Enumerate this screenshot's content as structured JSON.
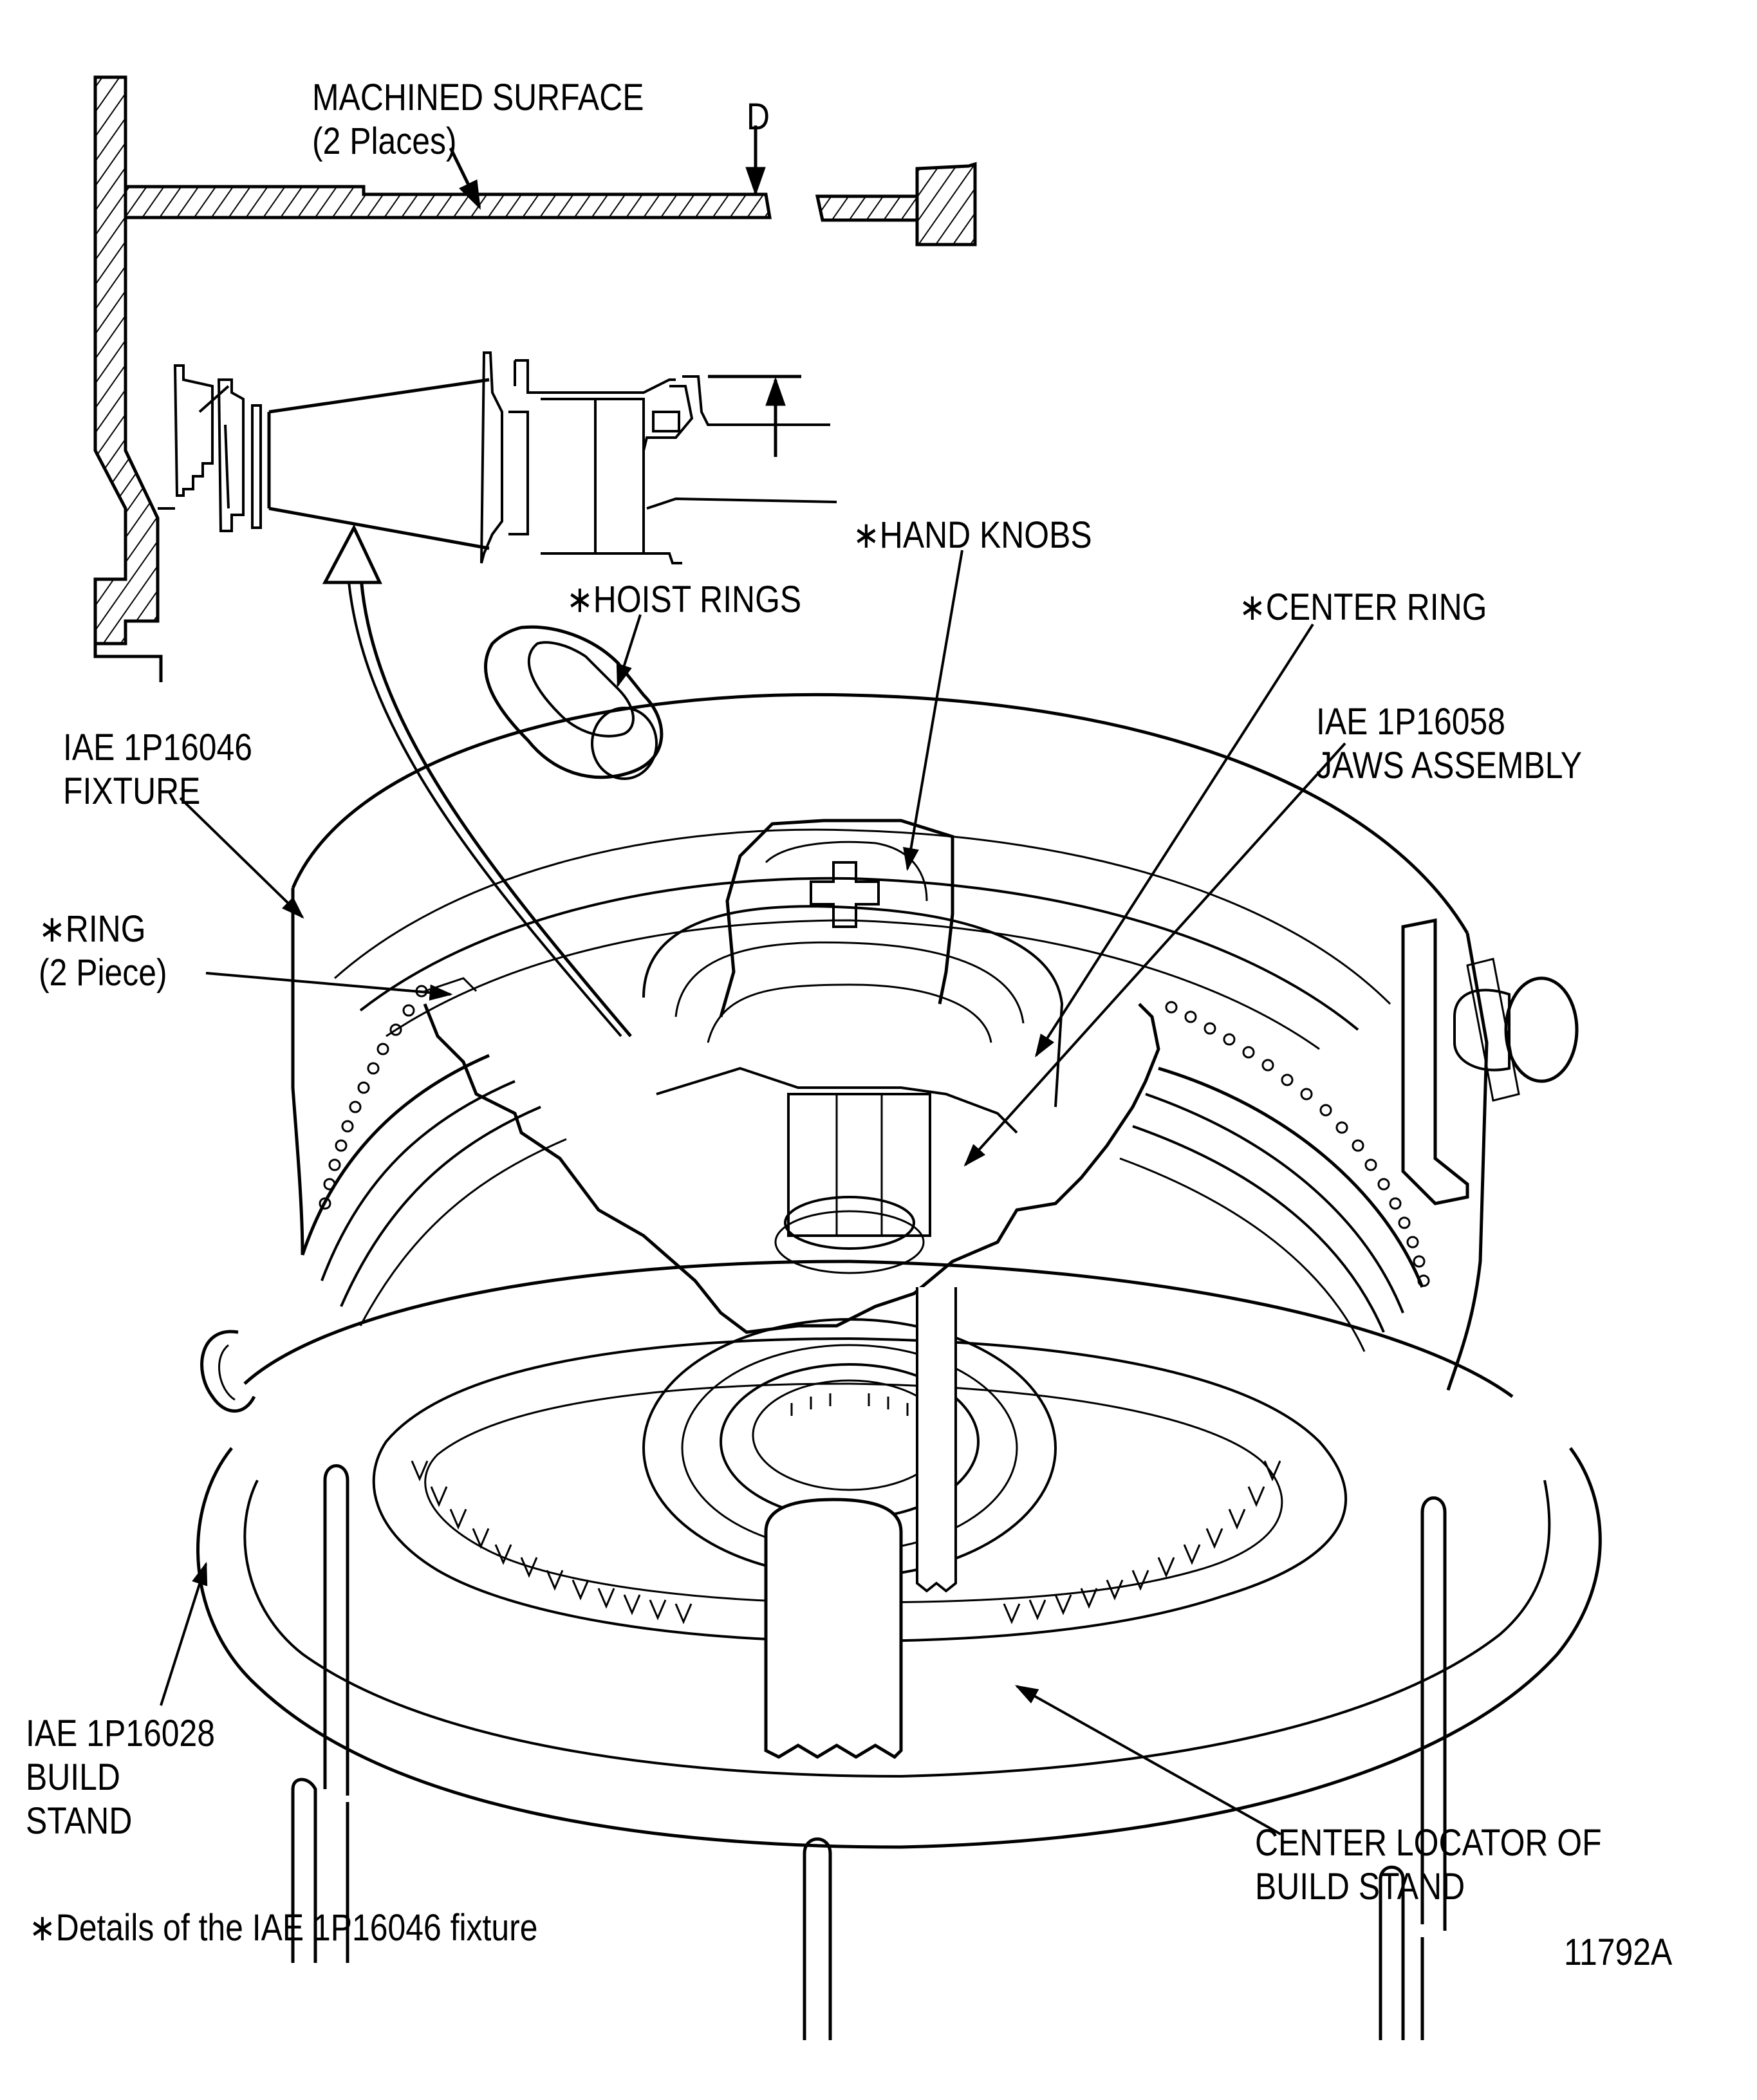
{
  "figure": {
    "id_number": "11792A",
    "footnote": "∗Details of the IAE 1P16046 fixture",
    "colors": {
      "ink": "#000000",
      "paper": "#ffffff"
    }
  },
  "detail_view": {
    "machined_surface": {
      "line1": "MACHINED SURFACE",
      "line2": "(2 Places)"
    },
    "dimension_label": "D"
  },
  "callouts": {
    "hoist_rings": "∗HOIST RINGS",
    "hand_knobs": "∗HAND KNOBS",
    "center_ring": "∗CENTER RING",
    "jaws_assembly": {
      "line1": "IAE 1P16058",
      "line2": "JAWS ASSEMBLY"
    },
    "fixture": {
      "line1": "IAE 1P16046",
      "line2": "FIXTURE"
    },
    "ring": {
      "line1": "∗RING",
      "line2": "(2 Piece)"
    },
    "build_stand": {
      "line1": "IAE 1P16028",
      "line2": "BUILD",
      "line3": "STAND"
    },
    "center_locator": {
      "line1": "CENTER LOCATOR OF",
      "line2": "BUILD STAND"
    }
  }
}
